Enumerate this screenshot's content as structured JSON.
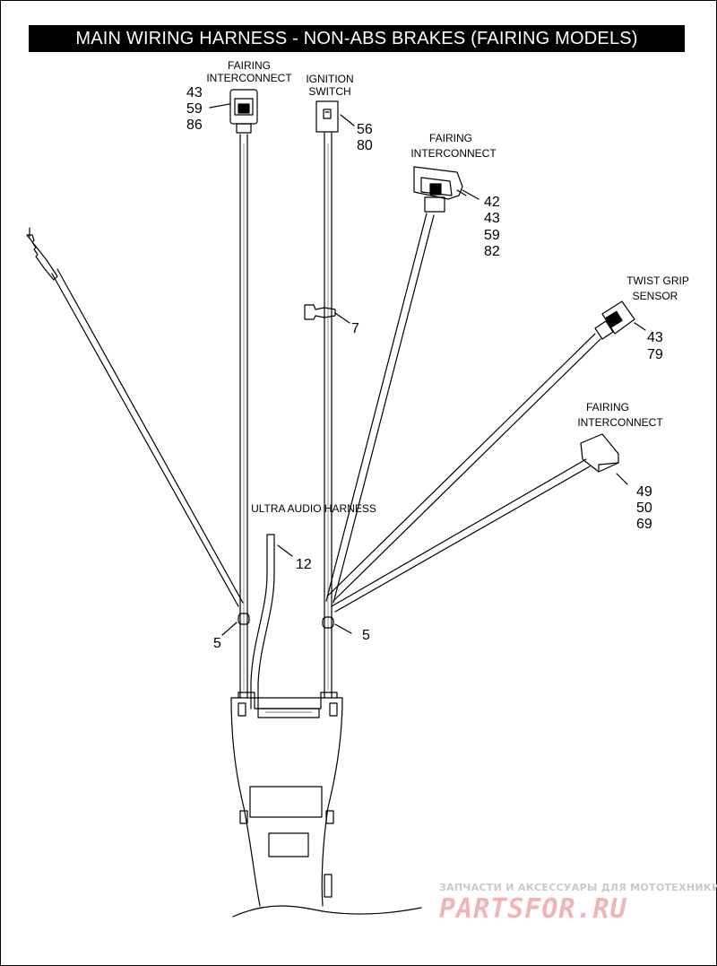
{
  "title": "MAIN WIRING HARNESS - NON-ABS BRAKES (FAIRING MODELS)",
  "callouts": {
    "fairing_interconnect_top": {
      "line1": "FAIRING",
      "line2": "INTERCONNECT",
      "refs": [
        "43",
        "59",
        "86"
      ]
    },
    "ignition_switch": {
      "line1": "IGNITION",
      "line2": "SWITCH",
      "refs": [
        "56",
        "80"
      ]
    },
    "fairing_interconnect_mid": {
      "line1": "FAIRING",
      "line2": "INTERCONNECT",
      "refs": [
        "42",
        "43",
        "59",
        "82"
      ]
    },
    "twist_grip_sensor": {
      "line1": "TWIST GRIP",
      "line2": "SENSOR",
      "refs": [
        "43",
        "79"
      ]
    },
    "fairing_interconnect_right": {
      "line1": "FAIRING",
      "line2": "INTERCONNECT",
      "refs": [
        "49",
        "50",
        "69"
      ]
    },
    "ultra_audio_harness": {
      "label": "ULTRA AUDIO HARNESS",
      "ref": "12"
    },
    "clip_7": "7",
    "clip_5_left": "5",
    "clip_5_right": "5"
  },
  "watermark": {
    "small": "ЗАПЧАСТИ И АКСЕССУАРЫ ДЛЯ МОТОТЕХНИКИ",
    "logo": "PARTSFOR.RU"
  }
}
